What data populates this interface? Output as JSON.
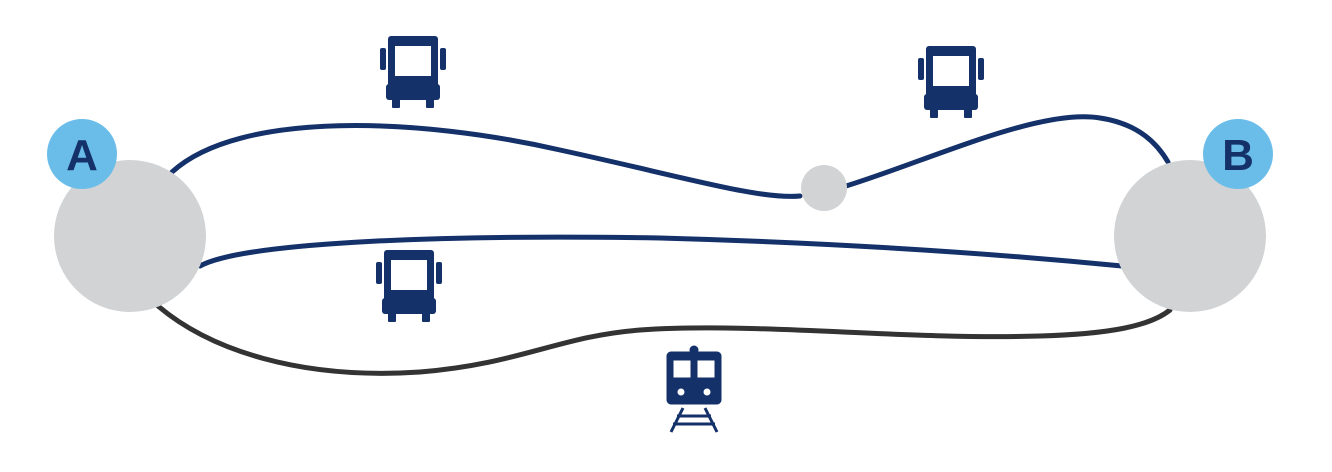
{
  "colors": {
    "route_bus": "#14316a",
    "route_rail": "#333333",
    "node_fill": "#d1d3d5",
    "badge_fill": "#6bbde9",
    "badge_text": "#14316a",
    "icon_fill": "#14316a"
  },
  "nodes": {
    "origin": {
      "label": "A"
    },
    "destination": {
      "label": "B"
    },
    "transfer": {
      "label": ""
    }
  },
  "routes": [
    {
      "id": "bus-via-transfer",
      "mode": "bus",
      "icon": "bus-icon"
    },
    {
      "id": "bus-direct",
      "mode": "bus",
      "icon": "bus-icon"
    },
    {
      "id": "rail-direct",
      "mode": "train",
      "icon": "train-icon"
    }
  ]
}
